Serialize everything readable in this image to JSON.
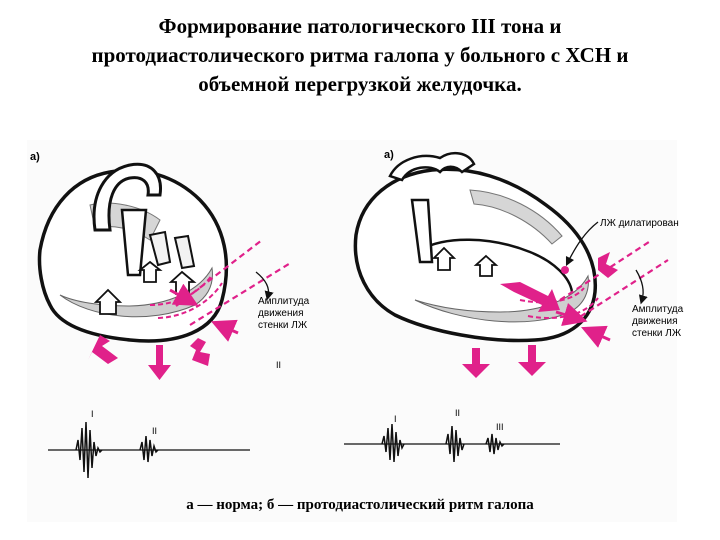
{
  "title": {
    "lines": [
      "Формирование патологического III тона и",
      "протодиастолического ритма галопа у больного с ХСН и",
      "объемной перегрузкой желудочка."
    ]
  },
  "panels": {
    "left": {
      "label": "а)",
      "amplitude_lines": [
        "Амплитуда",
        "движения",
        "стенки ЛЖ"
      ],
      "mark_center": "II",
      "pcg_tones": [
        "I",
        "II"
      ]
    },
    "right": {
      "label": "а)",
      "dilated_label": "ЛЖ дилатирован",
      "amplitude_lines": [
        "Амплитуда",
        "движения",
        "стенки ЛЖ"
      ],
      "pcg_tones": [
        "I",
        "II",
        "III"
      ]
    }
  },
  "caption": "а — норма; б — протодиастолический ритм галопа",
  "colors": {
    "accent": "#e0218a",
    "ink": "#111111",
    "shading": "#cfcfcf"
  }
}
